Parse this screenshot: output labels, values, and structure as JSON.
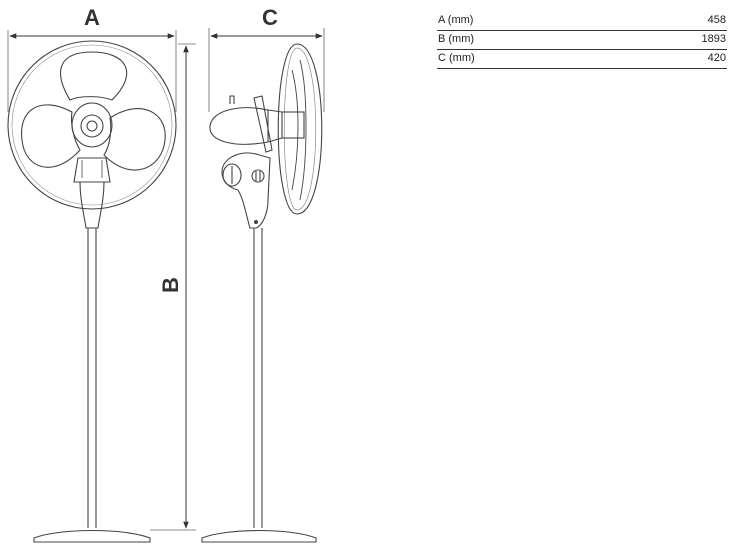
{
  "labels": {
    "width": "A",
    "height": "B",
    "depth": "C"
  },
  "specs": [
    {
      "label": "A (mm)",
      "value": "458"
    },
    {
      "label": "B (mm)",
      "value": "1893"
    },
    {
      "label": "C (mm)",
      "value": "420"
    }
  ]
}
